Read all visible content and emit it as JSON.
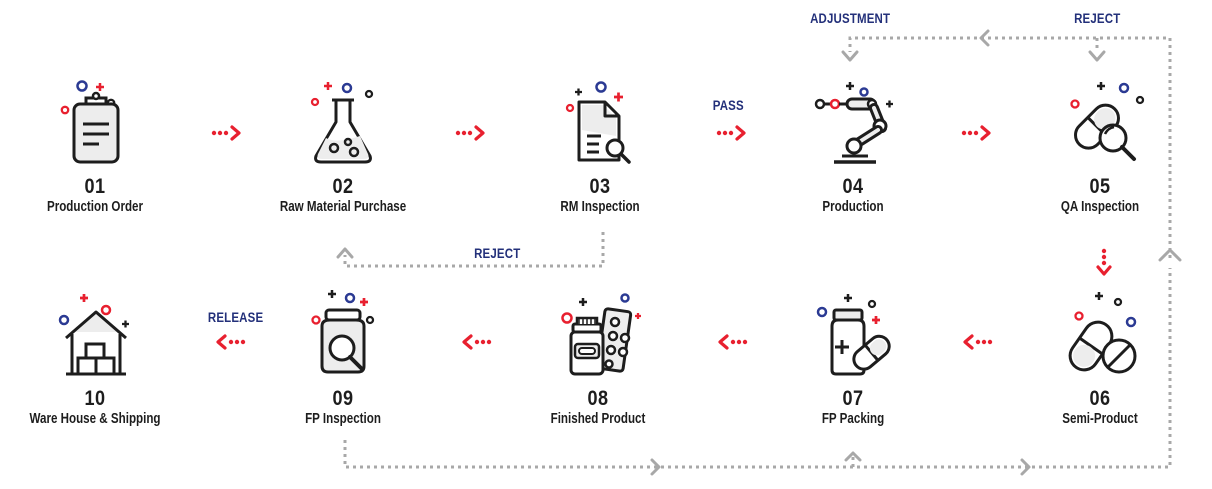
{
  "steps": [
    {
      "num": "01",
      "label": "Production Order"
    },
    {
      "num": "02",
      "label": "Raw Material Purchase"
    },
    {
      "num": "03",
      "label": "RM Inspection"
    },
    {
      "num": "04",
      "label": "Production"
    },
    {
      "num": "05",
      "label": "QA Inspection"
    },
    {
      "num": "06",
      "label": "Semi-Product"
    },
    {
      "num": "07",
      "label": "FP Packing"
    },
    {
      "num": "08",
      "label": "Finished Product"
    },
    {
      "num": "09",
      "label": "FP Inspection"
    },
    {
      "num": "10",
      "label": "Ware House & Shipping"
    }
  ],
  "flow_labels": {
    "pass": "PASS",
    "reject_rm": "REJECT",
    "adjustment": "ADJUSTMENT",
    "reject_qa": "REJECT",
    "release": "RELEASE"
  },
  "icons": [
    "clipboard-icon",
    "flask-icon",
    "document-search-icon",
    "robot-arm-icon",
    "pill-magnifier-icon",
    "capsule-tablet-icon",
    "bottle-capsule-icon",
    "blister-pack-icon",
    "jar-magnifier-icon",
    "warehouse-icon"
  ],
  "colors": {
    "arrow_red": "#e8202f",
    "connector_gray": "#a8a8a8",
    "label_navy": "#23307a",
    "icon_stroke": "#1d1d1d",
    "accent_blue": "#2b3a93",
    "accent_red": "#e8202f"
  }
}
